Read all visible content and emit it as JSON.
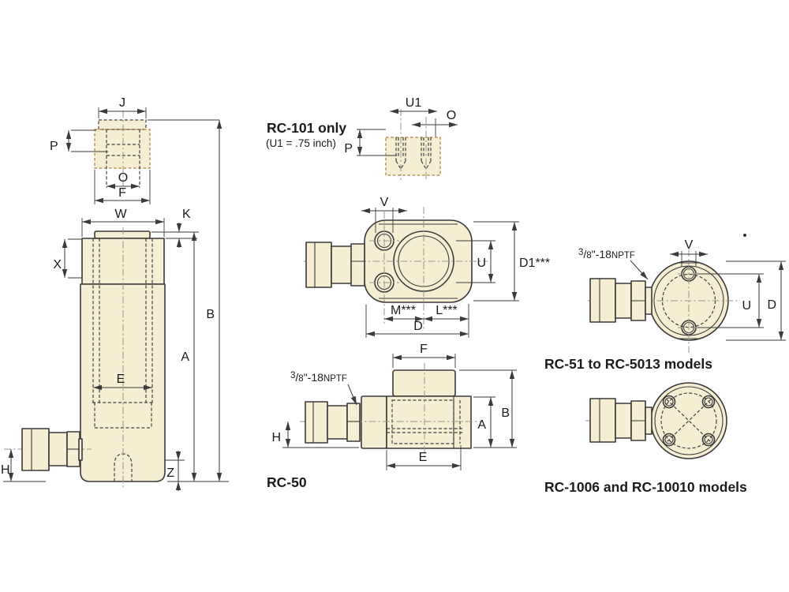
{
  "diagram": {
    "detail_top_left": {
      "dim_j": "J",
      "dim_p": "P",
      "dim_o": "O",
      "dim_f": "F"
    },
    "front_view": {
      "dim_w": "W",
      "dim_k": "K",
      "dim_x": "X",
      "dim_a": "A",
      "dim_b": "B",
      "dim_e": "E",
      "dim_h": "H",
      "dim_z": "Z"
    },
    "rc101_detail": {
      "title": "RC-101 only",
      "subtitle": "(U1 = .75 inch)",
      "dim_u1": "U1",
      "dim_o": "O",
      "dim_p": "P"
    },
    "top_view": {
      "dim_v": "V",
      "dim_u": "U",
      "dim_d1": "D1***",
      "dim_m": "M***",
      "dim_l": "L***",
      "dim_d": "D"
    },
    "side_view": {
      "caption": "RC-50",
      "dim_f": "F",
      "dim_a": "A",
      "dim_b": "B",
      "dim_h": "H",
      "dim_e": "E"
    },
    "rc51_view": {
      "caption": "RC-51 to RC-5013 models",
      "dim_v": "V",
      "dim_u": "U",
      "dim_d": "D"
    },
    "rc1006_view": {
      "caption": "RC-1006 and RC-10010 models"
    },
    "port_label": {
      "num": "3",
      "slash": "/",
      "den": "8",
      "mid": "\"-18",
      "suffix": "NPTF"
    },
    "colors": {
      "body_fill": "#f6eed2",
      "line": "#3a3a3a",
      "phantom_dash": "#b99455",
      "centerline": "#9a9489"
    }
  }
}
